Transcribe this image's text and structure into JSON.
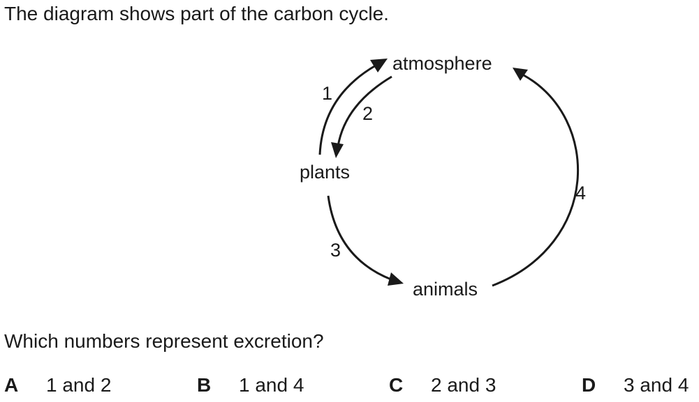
{
  "intro_text": "The diagram shows part of the carbon cycle.",
  "diagram": {
    "nodes": {
      "atmosphere": "atmosphere",
      "plants": "plants",
      "animals": "animals"
    },
    "arrows": [
      {
        "label": "1",
        "from": "plants",
        "to": "atmosphere"
      },
      {
        "label": "2",
        "from": "atmosphere",
        "to": "plants"
      },
      {
        "label": "3",
        "from": "plants",
        "to": "animals"
      },
      {
        "label": "4",
        "from": "animals",
        "to": "atmosphere"
      }
    ]
  },
  "question": "Which numbers represent excretion?",
  "options": [
    {
      "letter": "A",
      "text": "1 and 2"
    },
    {
      "letter": "B",
      "text": "1 and 4"
    },
    {
      "letter": "C",
      "text": "2 and 3"
    },
    {
      "letter": "D",
      "text": "3 and 4"
    }
  ]
}
